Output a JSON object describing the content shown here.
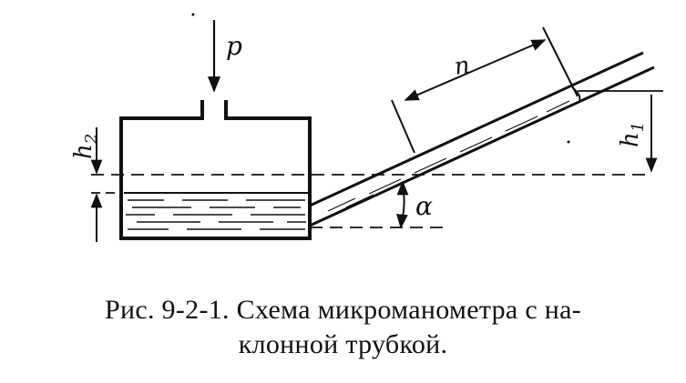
{
  "labels": {
    "pressure": "p",
    "h2": "h2",
    "h1": "h1",
    "length": "n",
    "angle": "α"
  },
  "caption": {
    "line1": "Рис. 9-2-1. Схема микроманометра с на-",
    "line2": "клонной трубкой."
  },
  "colors": {
    "ink": "#111111",
    "background": "#ffffff"
  }
}
